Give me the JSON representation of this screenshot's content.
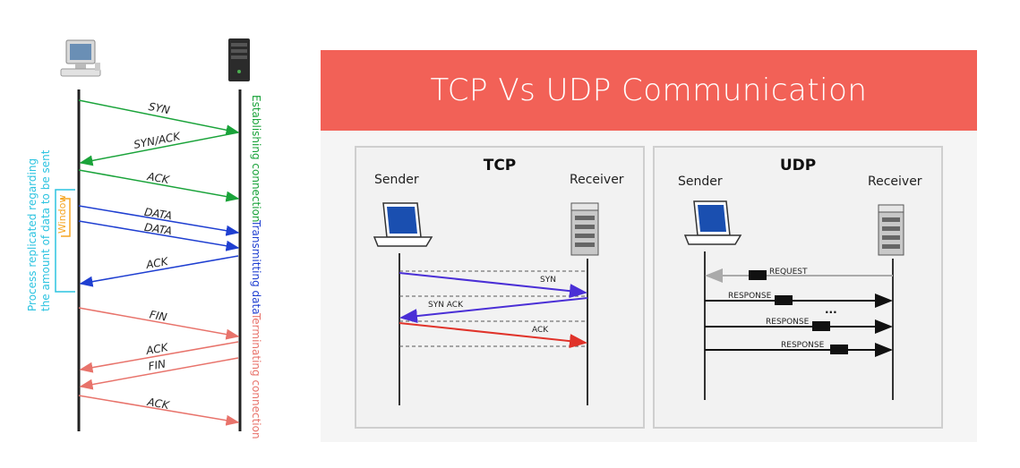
{
  "left": {
    "messages": [
      "SYN",
      "SYN/ACK",
      "ACK",
      "DATA",
      "DATA",
      "ACK",
      "FIN",
      "ACK",
      "FIN",
      "ACK"
    ],
    "phase_establish": "Establishing connection",
    "phase_transmit": "Transmitting data",
    "phase_terminate": "Terminating connection",
    "window_label": "Window",
    "note_line1": "Process replicated regarding",
    "note_line2": "the amount of data to be sent",
    "colors": {
      "establish": "#1aa33a",
      "transmit": "#1f3fd1",
      "terminate": "#e8736b",
      "note": "#2cc3e0",
      "window": "#f5a623"
    }
  },
  "banner": {
    "title": "TCP Vs UDP Communication",
    "color": "#f26157"
  },
  "tcp": {
    "title": "TCP",
    "sender": "Sender",
    "receiver": "Receiver",
    "messages": [
      "SYN",
      "SYN ACK",
      "ACK"
    ],
    "colors": {
      "syn": "#4a2fd6",
      "synack": "#4a2fd6",
      "ack": "#e0332a"
    }
  },
  "udp": {
    "title": "UDP",
    "sender": "Sender",
    "receiver": "Receiver",
    "request": "REQUEST",
    "responses": [
      "RESPONSE",
      "RESPONSE",
      "RESPONSE"
    ],
    "ellipsis": "..."
  },
  "icons": [
    "desktop-computer-icon",
    "server-tower-icon",
    "laptop-icon",
    "server-rack-icon"
  ]
}
